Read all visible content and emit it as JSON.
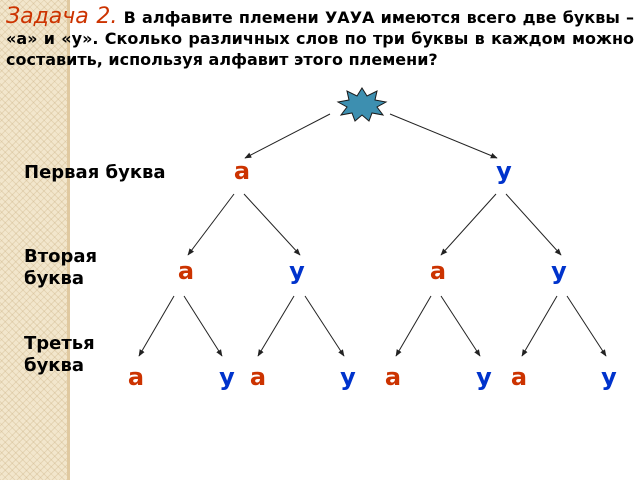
{
  "problem": {
    "title": "Задача 2.",
    "text": "В алфавите племени УАУА имеются всего две буквы – «а» и «у». Сколько различных слов по три буквы в каждом можно составить, используя алфавит этого племени?"
  },
  "labels": {
    "first": "Первая буква",
    "second": "Вторая буква",
    "third": "Третья буква"
  },
  "tree": {
    "level1": [
      "а",
      "у"
    ],
    "level2": [
      "а",
      "у",
      "а",
      "у"
    ],
    "level3": [
      "а",
      "у",
      "а",
      "у",
      "а",
      "у",
      "а",
      "у"
    ]
  },
  "colors": {
    "a": "#cc3300",
    "u": "#0033cc",
    "star_fill": "#3d8fb0"
  }
}
